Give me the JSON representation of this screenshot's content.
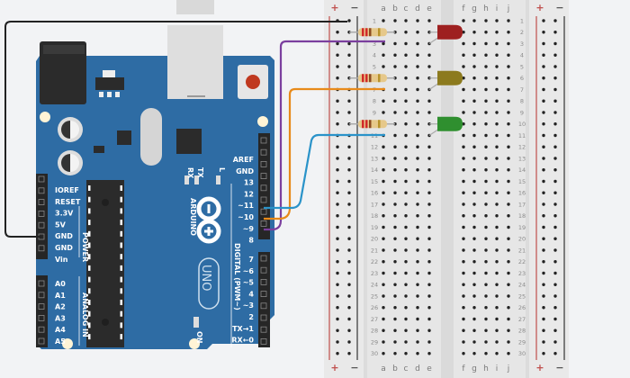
{
  "colors": {
    "board": "#2e6ca4",
    "wire_ground": "#222222",
    "wire_pin9": "#7b3f9e",
    "wire_pin10": "#e88a1a",
    "wire_pin11": "#2a93c9",
    "led_red": "#9e2020",
    "led_yellow": "#8c7a1e",
    "led_green": "#2f8f2f",
    "rail_plus": "#c0504d",
    "rail_minus": "#333333",
    "breadboard": "#e3e3e3",
    "reset_button": "#c0391f"
  },
  "arduino": {
    "brand": "ARDUINO",
    "model": "UNO",
    "on_label": "ON",
    "led_labels": [
      "RX",
      "TX",
      "L"
    ],
    "power_header_title": "POWER",
    "power_pins": [
      "IOREF",
      "RESET",
      "3.3V",
      "5V",
      "GND",
      "GND",
      "Vin"
    ],
    "analog_header_title": "ANALOG IN",
    "analog_pins": [
      "A0",
      "A1",
      "A2",
      "A3",
      "A4",
      "A5"
    ],
    "digital_header_title": "DIGITAL (PWM~)",
    "digital_pins_top": [
      "AREF",
      "GND",
      "13",
      "12",
      "~11",
      "~10",
      "~9",
      "8"
    ],
    "digital_pins_bottom": [
      "7",
      "~6",
      "~5",
      "4",
      "~3",
      "2",
      "TX→1",
      "RX←0"
    ]
  },
  "breadboard": {
    "rail_plus_label": "+",
    "rail_minus_label": "−",
    "columns_left": [
      "a",
      "b",
      "c",
      "d",
      "e"
    ],
    "columns_right": [
      "f",
      "g",
      "h",
      "i",
      "j"
    ],
    "row_count": 30
  },
  "wires": [
    {
      "name": "ground-wire",
      "from": "GND",
      "to": "row 1 −rail",
      "color": "#222222"
    },
    {
      "name": "pin9-wire",
      "from": "~9",
      "to": "row 3",
      "color": "#7b3f9e"
    },
    {
      "name": "pin10-wire",
      "from": "~10",
      "to": "row 7",
      "color": "#e88a1a"
    },
    {
      "name": "pin11-wire",
      "from": "~11",
      "to": "row 11",
      "color": "#2a93c9"
    }
  ],
  "components": [
    {
      "type": "resistor",
      "row": 2
    },
    {
      "type": "resistor",
      "row": 6
    },
    {
      "type": "resistor",
      "row": 10
    },
    {
      "type": "led",
      "color": "red",
      "row": 2
    },
    {
      "type": "led",
      "color": "yellow",
      "row": 6
    },
    {
      "type": "led",
      "color": "green",
      "row": 10
    }
  ]
}
